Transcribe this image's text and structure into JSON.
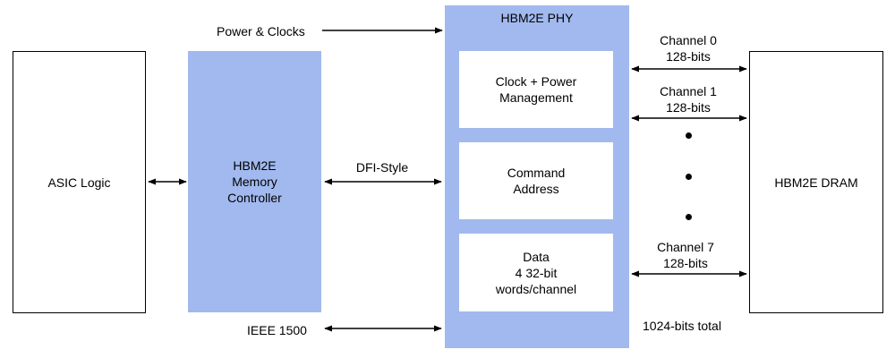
{
  "asic": {
    "label": "ASIC Logic"
  },
  "controller": {
    "label": "HBM2E\nMemory\nController"
  },
  "phy": {
    "title": "HBM2E PHY",
    "blocks": [
      {
        "label": "Clock + Power\nManagement"
      },
      {
        "label": "Command\nAddress"
      },
      {
        "label": "Data\n4 32-bit\nwords/channel"
      }
    ]
  },
  "dram": {
    "label": "HBM2E DRAM"
  },
  "signals": {
    "power_clocks": "Power & Clocks",
    "dfi": "DFI-Style",
    "ieee": "IEEE 1500"
  },
  "channels": [
    {
      "name": "Channel 0",
      "width": "128-bits"
    },
    {
      "name": "Channel 1",
      "width": "128-bits"
    },
    {
      "name": "Channel 7",
      "width": "128-bits"
    }
  ],
  "total": "1024-bits total",
  "colors": {
    "phy_blue": "#a1b9ee",
    "line": "#000000"
  }
}
